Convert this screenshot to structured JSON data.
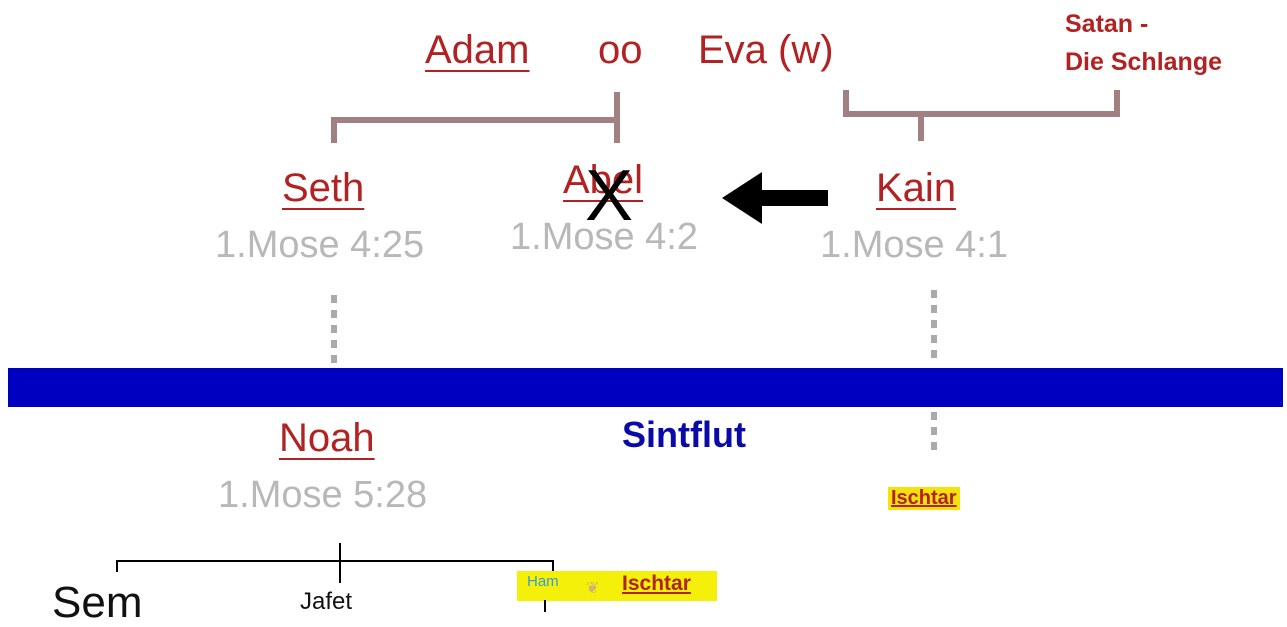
{
  "top": {
    "adam": "Adam",
    "oo": "oo",
    "eva": "Eva (w)",
    "satan_line1": "Satan -",
    "satan_line2": "Die Schlange"
  },
  "children": {
    "seth": {
      "name": "Seth",
      "ref": "1.Mose 4:25"
    },
    "abel": {
      "name": "Abel",
      "ref": "1.Mose 4:2",
      "mark": "X"
    },
    "kain": {
      "name": "Kain",
      "ref": "1.Mose 4:1"
    }
  },
  "flood_label": "Sintflut",
  "noah": {
    "name": "Noah",
    "ref": "1.Mose 5:28"
  },
  "ischtar_kain": "Ischtar",
  "sons": {
    "sem": "Sem",
    "jafet": "Jafet",
    "ham": "Ham",
    "ischtar": "Ischtar"
  },
  "colors": {
    "name_red": "#b22222",
    "flood_blue": "#0000c0",
    "highlight_yellow": "#f5e20a"
  }
}
